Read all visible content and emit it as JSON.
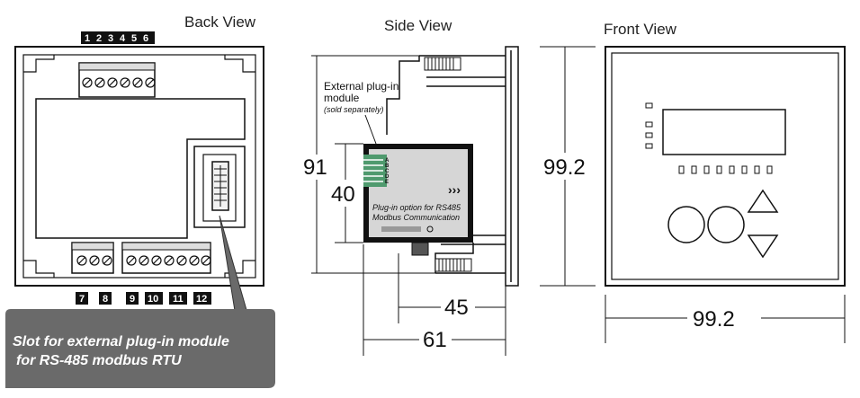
{
  "views": {
    "back": "Back View",
    "side": "Side View",
    "front": "Front View"
  },
  "terminals": {
    "top": [
      "1",
      "2",
      "3",
      "4",
      "5",
      "6"
    ],
    "bottom": [
      "7",
      "8",
      "9",
      "10",
      "11",
      "12"
    ]
  },
  "side": {
    "module_label_1": "External plug-in",
    "module_label_2": "module",
    "module_note": "(sold separately)",
    "plugin_line_1": "Plug-in option for RS485",
    "plugin_line_2": "Modbus Communication",
    "pins": [
      "A",
      "B",
      "C",
      "D",
      "E"
    ],
    "arrow_glyph": "›››"
  },
  "dimensions": {
    "height_outer": "91",
    "height_module": "40",
    "depth_module": "45",
    "depth_total": "61",
    "front_height": "99.2",
    "front_width": "99.2"
  },
  "callout": {
    "line1": "Slot for external plug-in module",
    "line2": "for RS-485 modbus RTU"
  },
  "colors": {
    "line": "#111111",
    "module_fill": "#5f5f5f",
    "callout_fill": "#6a6a6a",
    "pin_green": "#4f9a6e"
  }
}
